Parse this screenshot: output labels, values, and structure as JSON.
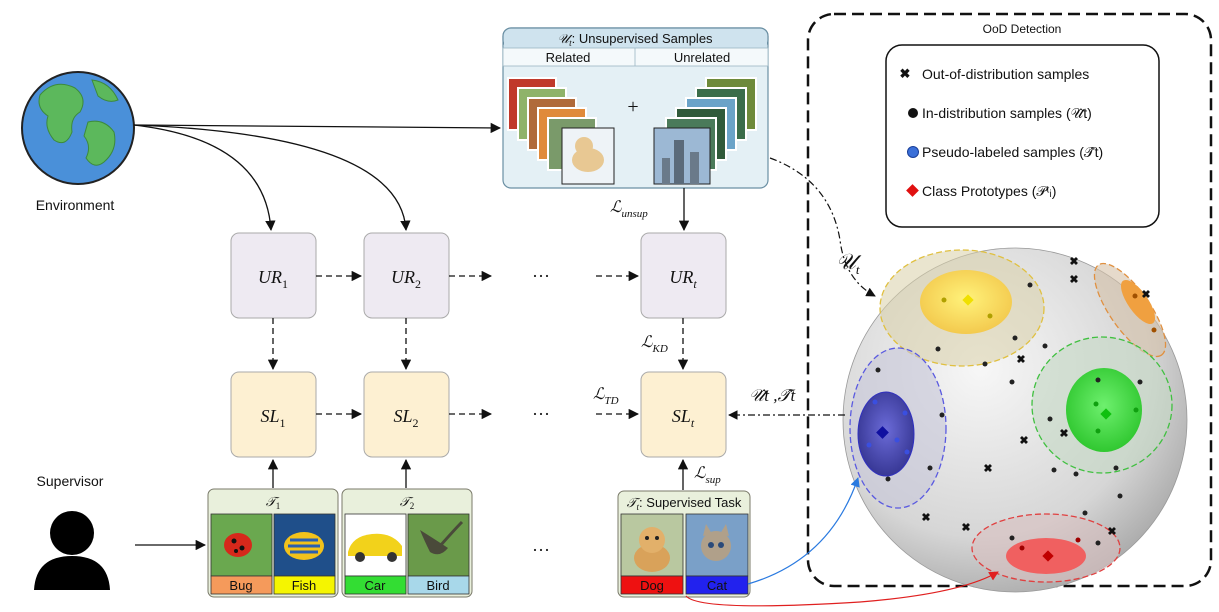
{
  "environment": {
    "label": "Environment"
  },
  "supervisor": {
    "label": "Supervisor"
  },
  "unsupervised_panel": {
    "title_symbol": "𝒰",
    "title_sub": "t",
    "title_text": ": Unsupervised Samples",
    "col_related": "Related",
    "col_unrelated": "Unrelated",
    "plus": "+"
  },
  "losses": {
    "unsup_main": "ℒ",
    "unsup_sub": "unsup",
    "kd_main": "ℒ",
    "kd_sub": "KD",
    "td_main": "ℒ",
    "td_sub": "TD",
    "sup_main": "ℒ",
    "sup_sub": "sup"
  },
  "ur_blocks": [
    {
      "main": "UR",
      "sub": "1"
    },
    {
      "main": "UR",
      "sub": "2"
    },
    {
      "main": "UR",
      "sub": "t"
    }
  ],
  "sl_blocks": [
    {
      "main": "SL",
      "sub": "1"
    },
    {
      "main": "SL",
      "sub": "2"
    },
    {
      "main": "SL",
      "sub": "t"
    }
  ],
  "ellipsis": "···",
  "tasks": [
    {
      "title_main": "𝒯",
      "title_sub": "1",
      "title_rest": "",
      "items": [
        {
          "label": "Bug",
          "color": "#f59a5b"
        },
        {
          "label": "Fish",
          "color": "#f5f500"
        }
      ]
    },
    {
      "title_main": "𝒯",
      "title_sub": "2",
      "title_rest": "",
      "items": [
        {
          "label": "Car",
          "color": "#33dd33"
        },
        {
          "label": "Bird",
          "color": "#a8d8ea"
        }
      ]
    },
    {
      "title_main": "𝒯",
      "title_sub": "t",
      "title_rest": ": Supervised Task",
      "items": [
        {
          "label": "Dog",
          "color": "#ee1111"
        },
        {
          "label": "Cat",
          "color": "#2222ee"
        }
      ]
    }
  ],
  "ood_panel": {
    "title": "OoD Detection",
    "u_label": "𝒰",
    "u_sub": "t",
    "feedback_label": "𝒰̂t ,𝒯̂t"
  },
  "legend": [
    {
      "marker": "x",
      "text": "Out-of-distribution samples",
      "color": "#111111"
    },
    {
      "marker": "dot",
      "text": "In-distribution samples (𝒰̂t)",
      "color": "#111111"
    },
    {
      "marker": "dot",
      "text": "Pseudo-labeled samples (𝒯̂t)",
      "color": "#3a6fd8"
    },
    {
      "marker": "diamond",
      "text": "Class Prototypes (𝒫ᵗᵢ)",
      "color": "#e01010"
    }
  ],
  "colors": {
    "ur_fill": "#eeeaf2",
    "sl_fill": "#fdf0d2",
    "panel_fill": "#e4f0f5",
    "task_fill": "#e9f0dc"
  }
}
